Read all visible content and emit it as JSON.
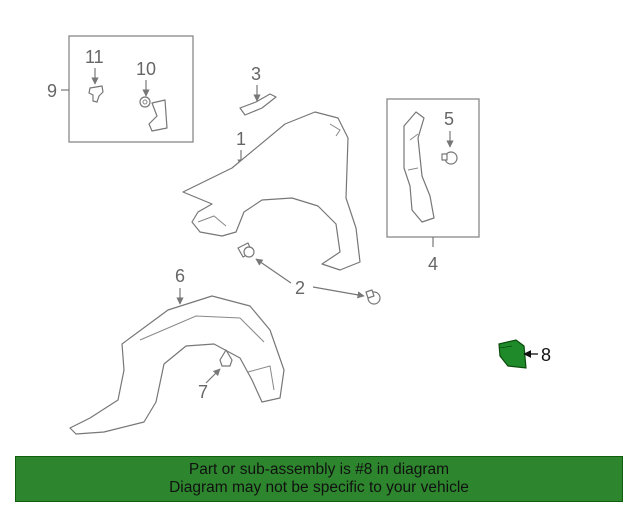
{
  "callouts": {
    "c1": "1",
    "c2": "2",
    "c3": "3",
    "c4": "4",
    "c5": "5",
    "c6": "6",
    "c7": "7",
    "c8": "8",
    "c9": "9",
    "c10": "10",
    "c11": "11"
  },
  "highlight": {
    "part_number": "8",
    "color": "#1a7a1a",
    "part_fill": "#1f8a2a"
  },
  "banner": {
    "line1": "Part or sub-assembly is #8 in diagram",
    "line2": "Diagram may not be specific to your vehicle",
    "background": "#2d862d"
  }
}
